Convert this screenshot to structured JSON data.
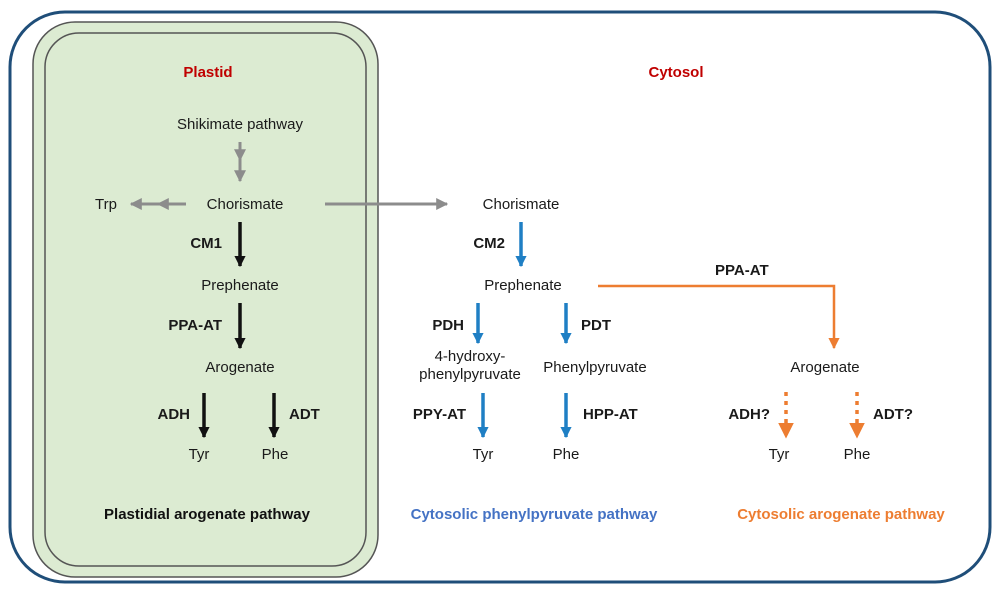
{
  "regions": {
    "plastid": "Plastid",
    "cytosol": "Cytosol"
  },
  "plastid": {
    "shikimate": "Shikimate pathway",
    "trp": "Trp",
    "chorismate": "Chorismate",
    "cm1": "CM1",
    "prephenate": "Prephenate",
    "ppa_at": "PPA-AT",
    "arogenate": "Arogenate",
    "adh": "ADH",
    "adt": "ADT",
    "tyr": "Tyr",
    "phe": "Phe",
    "pathway_name": "Plastidial arogenate pathway"
  },
  "cyto_ppy": {
    "chorismate": "Chorismate",
    "cm2": "CM2",
    "prephenate": "Prephenate",
    "pdh": "PDH",
    "pdt": "PDT",
    "hpp_line1": "4-hydroxy-",
    "hpp_line2": "phenylpyruvate",
    "phenylpyruvate": "Phenylpyruvate",
    "ppy_at": "PPY-AT",
    "hpp_at": "HPP-AT",
    "tyr": "Tyr",
    "phe": "Phe",
    "pathway_name": "Cytosolic phenylpyruvate pathway"
  },
  "cyto_aro": {
    "ppa_at": "PPA-AT",
    "arogenate": "Arogenate",
    "adh": "ADH?",
    "adt": "ADT?",
    "tyr": "Tyr",
    "phe": "Phe",
    "pathway_name": "Cytosolic arogenate pathway"
  },
  "colors": {
    "cell_border": "#1f4e79",
    "plastid_fill": "#dcebd2",
    "plastid_border": "#4a4a4a",
    "region_label": "#c00000",
    "gray_arrow": "#8c8c8c",
    "black_arrow": "#111111",
    "blue_arrow": "#1f7fc4",
    "orange_arrow": "#ed7d31",
    "blue_title": "#4472c4",
    "orange_title": "#ed7d31"
  }
}
